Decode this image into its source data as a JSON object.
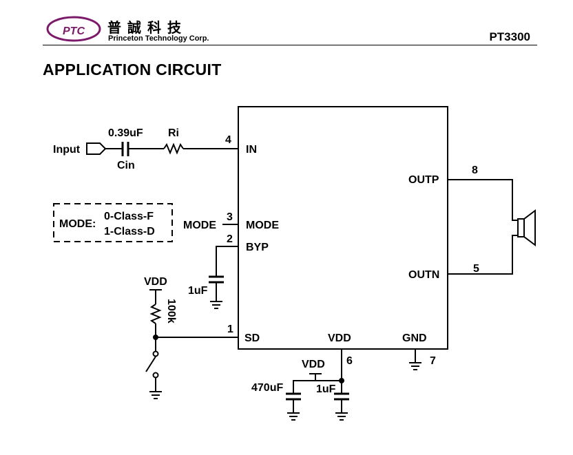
{
  "header": {
    "logo_text": "PTC",
    "company_cjk": "普誠科技",
    "company_name": "Princeton Technology Corp.",
    "part_number": "PT3300"
  },
  "page_title": "APPLICATION CIRCUIT",
  "colors": {
    "ink": "#000000",
    "logo": "#7b1a6a",
    "background": "#ffffff"
  },
  "diagram": {
    "input_label": "Input",
    "cin_value": "0.39uF",
    "cin_name": "Cin",
    "ri_name": "Ri",
    "mode_box_prefix": "MODE:",
    "mode_option_f": "0-Class-F",
    "mode_option_d": "1-Class-D",
    "mode_signal": "MODE",
    "byp_cap": "1uF",
    "vdd_top": "VDD",
    "pullup_res": "100k",
    "vdd_bottom": "VDD",
    "cap_470": "470uF",
    "cap_1uf_bottom": "1uF",
    "pins": {
      "in": {
        "num": "4",
        "name": "IN"
      },
      "mode": {
        "num": "3",
        "name": "MODE"
      },
      "byp": {
        "num": "2",
        "name": "BYP"
      },
      "sd": {
        "num": "1",
        "name": "SD"
      },
      "vdd": {
        "num": "6",
        "name": "VDD"
      },
      "gnd": {
        "num": "7",
        "name": "GND"
      },
      "outp": {
        "num": "8",
        "name": "OUTP"
      },
      "outn": {
        "num": "5",
        "name": "OUTN"
      }
    }
  }
}
